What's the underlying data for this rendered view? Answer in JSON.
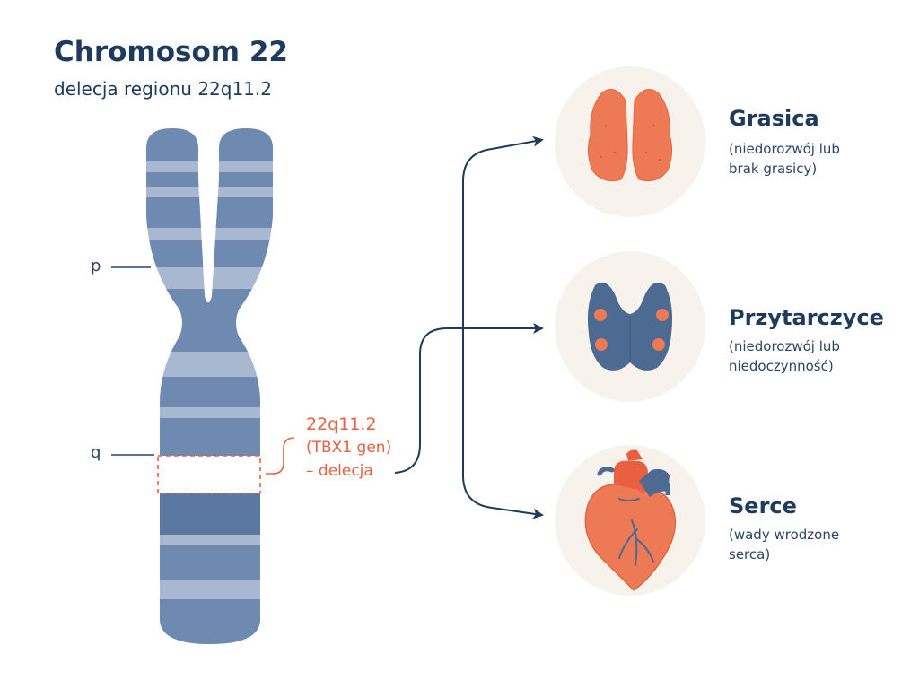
{
  "header": {
    "title": "Chromosom 22",
    "subtitle": "delecja regionu 22q11.2"
  },
  "chromosome": {
    "p_label": "p",
    "q_label": "q",
    "deletion_lines": [
      "22q11.2",
      "(TBX1 gen)",
      "– delecja"
    ]
  },
  "organs": [
    {
      "name": "Grasica",
      "desc_lines": [
        "(niedorozwój lub",
        "brak grasicy)"
      ],
      "icon": "thymus-icon"
    },
    {
      "name": "Przytarczyce",
      "desc_lines": [
        "(niedorozwój lub",
        "niedoczynność)"
      ],
      "icon": "parathyroid-icon"
    },
    {
      "name": "Serce",
      "desc_lines": [
        "(wady wrodzone",
        "serca)"
      ],
      "icon": "heart-icon"
    }
  ],
  "colors": {
    "chromosome_light": "#a7b8d0",
    "chromosome_dark": "#6f8ab0",
    "accent": "#e8603f",
    "navy": "#1e3a5c",
    "circle_bg": "#f7f2ec"
  }
}
